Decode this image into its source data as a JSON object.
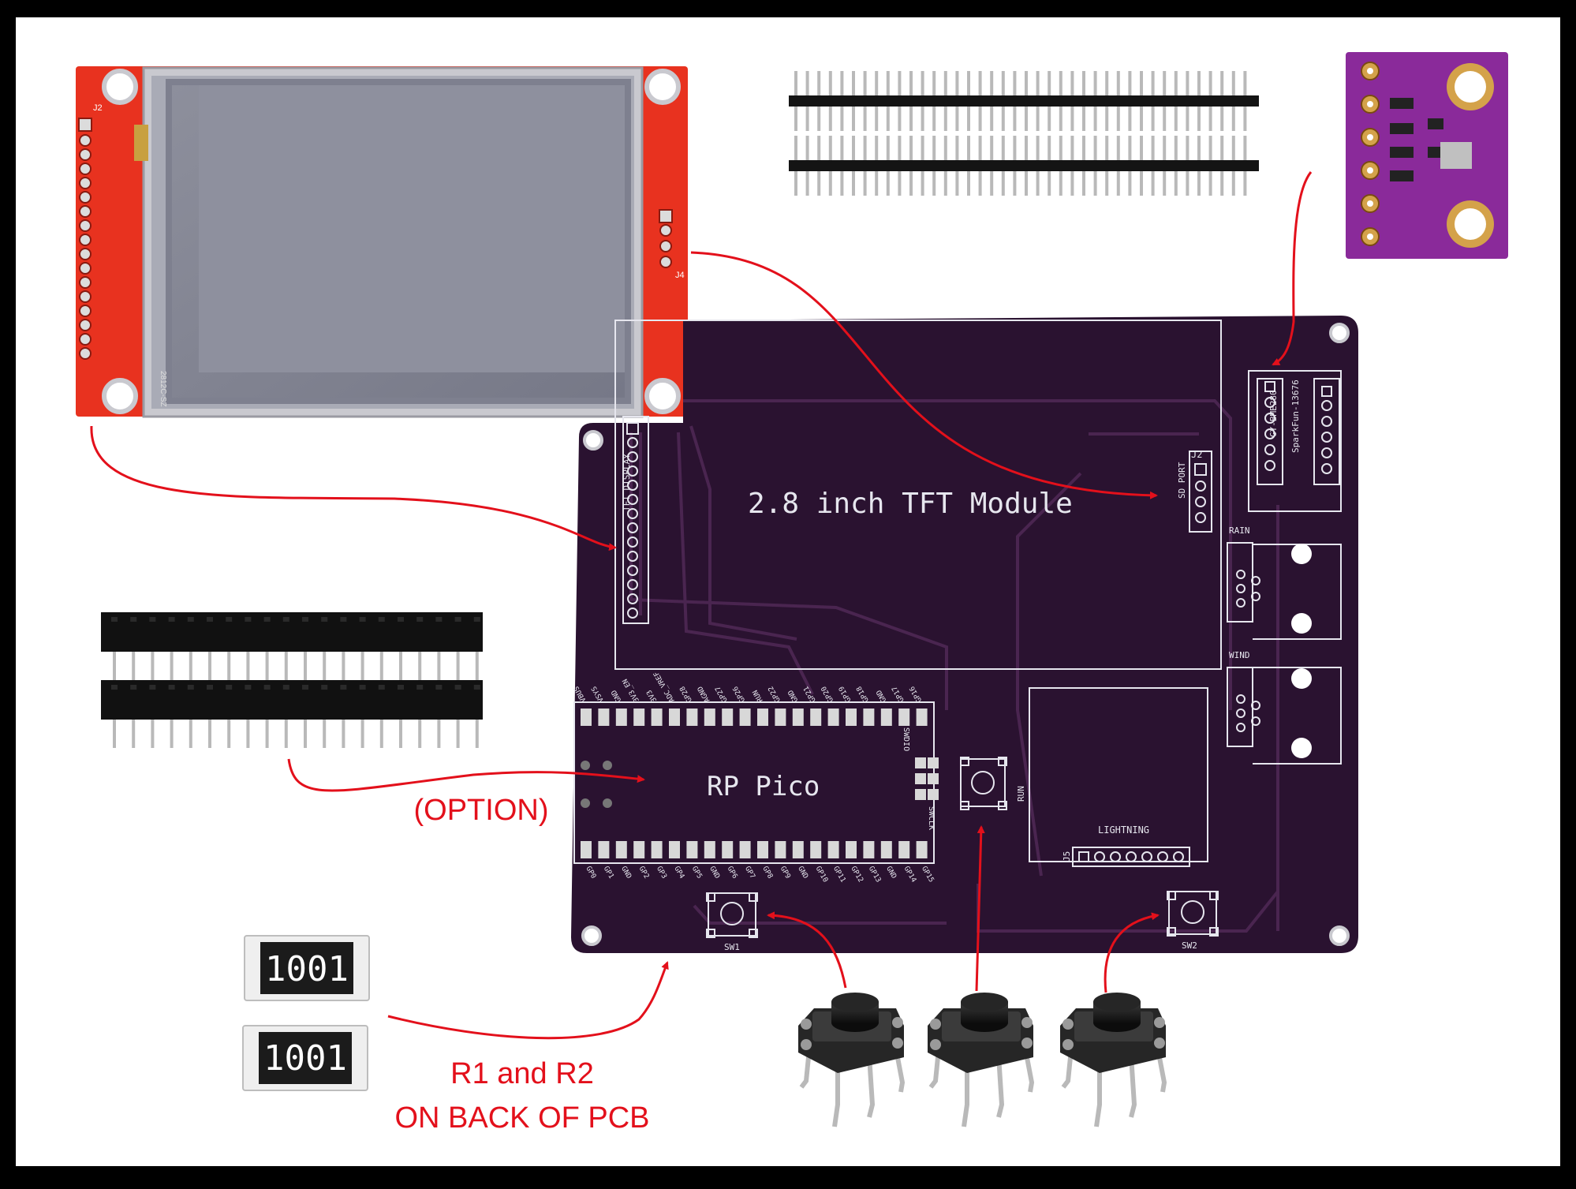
{
  "colors": {
    "background": "#ffffff",
    "frame": "#000000",
    "pcb": "#2a1230",
    "pcb_trace": "#4a2550",
    "silkscreen": "#e6e6ee",
    "tft_board": "#e8321f",
    "bme_board": "#8a2a9a",
    "arrow": "#e3101b",
    "callout_text": "#e3101b"
  },
  "pcb": {
    "title": "2.8 inch TFT Module",
    "mcu_label": "RP Pico",
    "tft_display_label": "TFT DISPLAY",
    "sd_port_label": "SD PORT",
    "j2_label": "J2",
    "rain_label": "RAIN",
    "wind_label": "WIND",
    "lightning_label": "LIGHTNING",
    "j5_label": "J5",
    "bme280_label": "GY-BME280",
    "sparkfun_label": "SparkFun-13676",
    "run_label": "RUN",
    "sw1_label": "SW1",
    "sw2_label": "SW2",
    "swdio_label": "SWDIO",
    "swclk_label": "SWCLK",
    "pico_top_pins": [
      "VBUS",
      "VSYS",
      "GND",
      "3V3_EN",
      "3V3",
      "ADC_VREF",
      "GP28",
      "AGND",
      "GP27",
      "GP26",
      "RUN",
      "GP22",
      "GND",
      "GP21",
      "GP20",
      "GP19",
      "GP18",
      "GND",
      "GP17",
      "GP16"
    ],
    "pico_bottom_pins": [
      "GP0",
      "GP1",
      "GND",
      "GP2",
      "GP3",
      "GP4",
      "GP5",
      "GND",
      "GP6",
      "GP7",
      "GP8",
      "GP9",
      "GND",
      "GP10",
      "GP11",
      "GP12",
      "GP13",
      "GND",
      "GP14",
      "GP15"
    ]
  },
  "parts": {
    "tft_board_labels": [
      "J2",
      "J4",
      "2812C-SZ"
    ],
    "resistor_1": "1001",
    "resistor_2": "1001"
  },
  "callouts": {
    "option": "(OPTION)",
    "resistors_line1": "R1 and R2",
    "resistors_line2": "ON BACK OF PCB"
  },
  "icons": [
    "tft-display-module-icon",
    "male-pin-header-icon",
    "bme280-sensor-icon",
    "female-pin-header-icon",
    "smd-resistor-icon",
    "tactile-switch-icon"
  ]
}
